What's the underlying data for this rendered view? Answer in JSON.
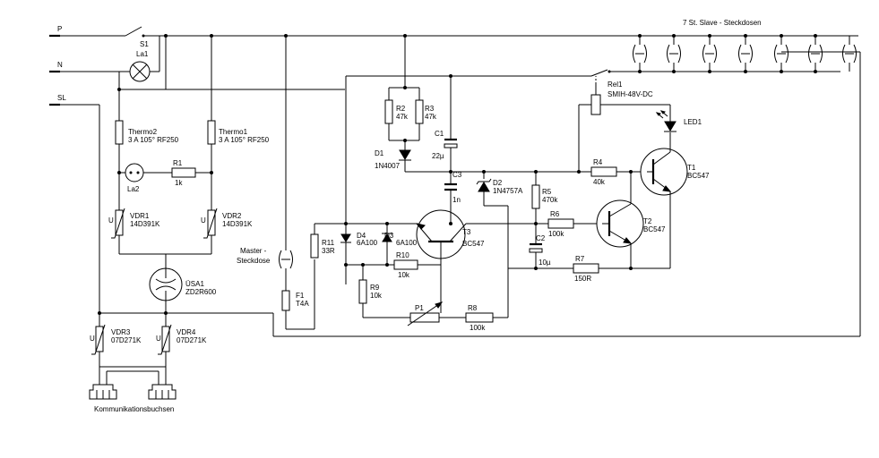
{
  "rails": {
    "p": "P",
    "n": "N",
    "sl": "SL"
  },
  "slave_title": "7 St. Slave - Steckdosen",
  "components": {
    "s1": "S1",
    "la1": "La1",
    "la2": "La2",
    "thermo2_name": "Thermo2",
    "thermo2_value": "3 A 105° RF250",
    "thermo1_name": "Thermo1",
    "thermo1_value": "3 A 105° RF250",
    "r1_name": "R1",
    "r1_value": "1k",
    "vdr1_name": "VDR1",
    "vdr1_value": "14D391K",
    "vdr2_name": "VDR2",
    "vdr2_value": "14D391K",
    "usa1_name": "ÜSA1",
    "usa1_value": "ZD2R600",
    "vdr3_name": "VDR3",
    "vdr3_value": "07D271K",
    "vdr4_name": "VDR4",
    "vdr4_value": "07D271K",
    "kommunikation": "Kommunikationsbuchsen",
    "master_line1": "Master -",
    "master_line2": "Steckdose",
    "f1_name": "F1",
    "f1_value": "T4A",
    "r11_name": "R11",
    "r11_value": "33R",
    "d4_name": "D4",
    "d4_value": "6A100",
    "d3_name": "D3",
    "d3_value": "6A100",
    "r10_name": "R10",
    "r10_value": "10k",
    "r9_name": "R9",
    "r9_value": "10k",
    "p1_name": "P1",
    "r8_name": "R8",
    "r8_value": "100k",
    "r2_name": "R2",
    "r2_value": "47k",
    "r3_name": "R3",
    "r3_value": "47k",
    "d1_name": "D1",
    "d1_value": "1N4007",
    "c1_name": "C1",
    "c1_value": "22µ",
    "c3_name": "C3",
    "c3_value": "1n",
    "d2_name": "D2",
    "d2_value": "1N4757A",
    "t3_name": "T3",
    "t3_value": "BC547",
    "r5_name": "R5",
    "r5_value": "470k",
    "r6_name": "R6",
    "r6_value": "100k",
    "c2_name": "C2",
    "c2_value": "10µ",
    "r7_name": "R7",
    "r7_value": "150R",
    "r4_name": "R4",
    "r4_value": "40k",
    "t2_name": "T2",
    "t2_value": "BC547",
    "t1_name": "T1",
    "t1_value": "BC547",
    "rel1_name": "Rel1",
    "rel1_value": "SMIH-48V-DC",
    "led1_name": "LED1",
    "u": "U"
  }
}
